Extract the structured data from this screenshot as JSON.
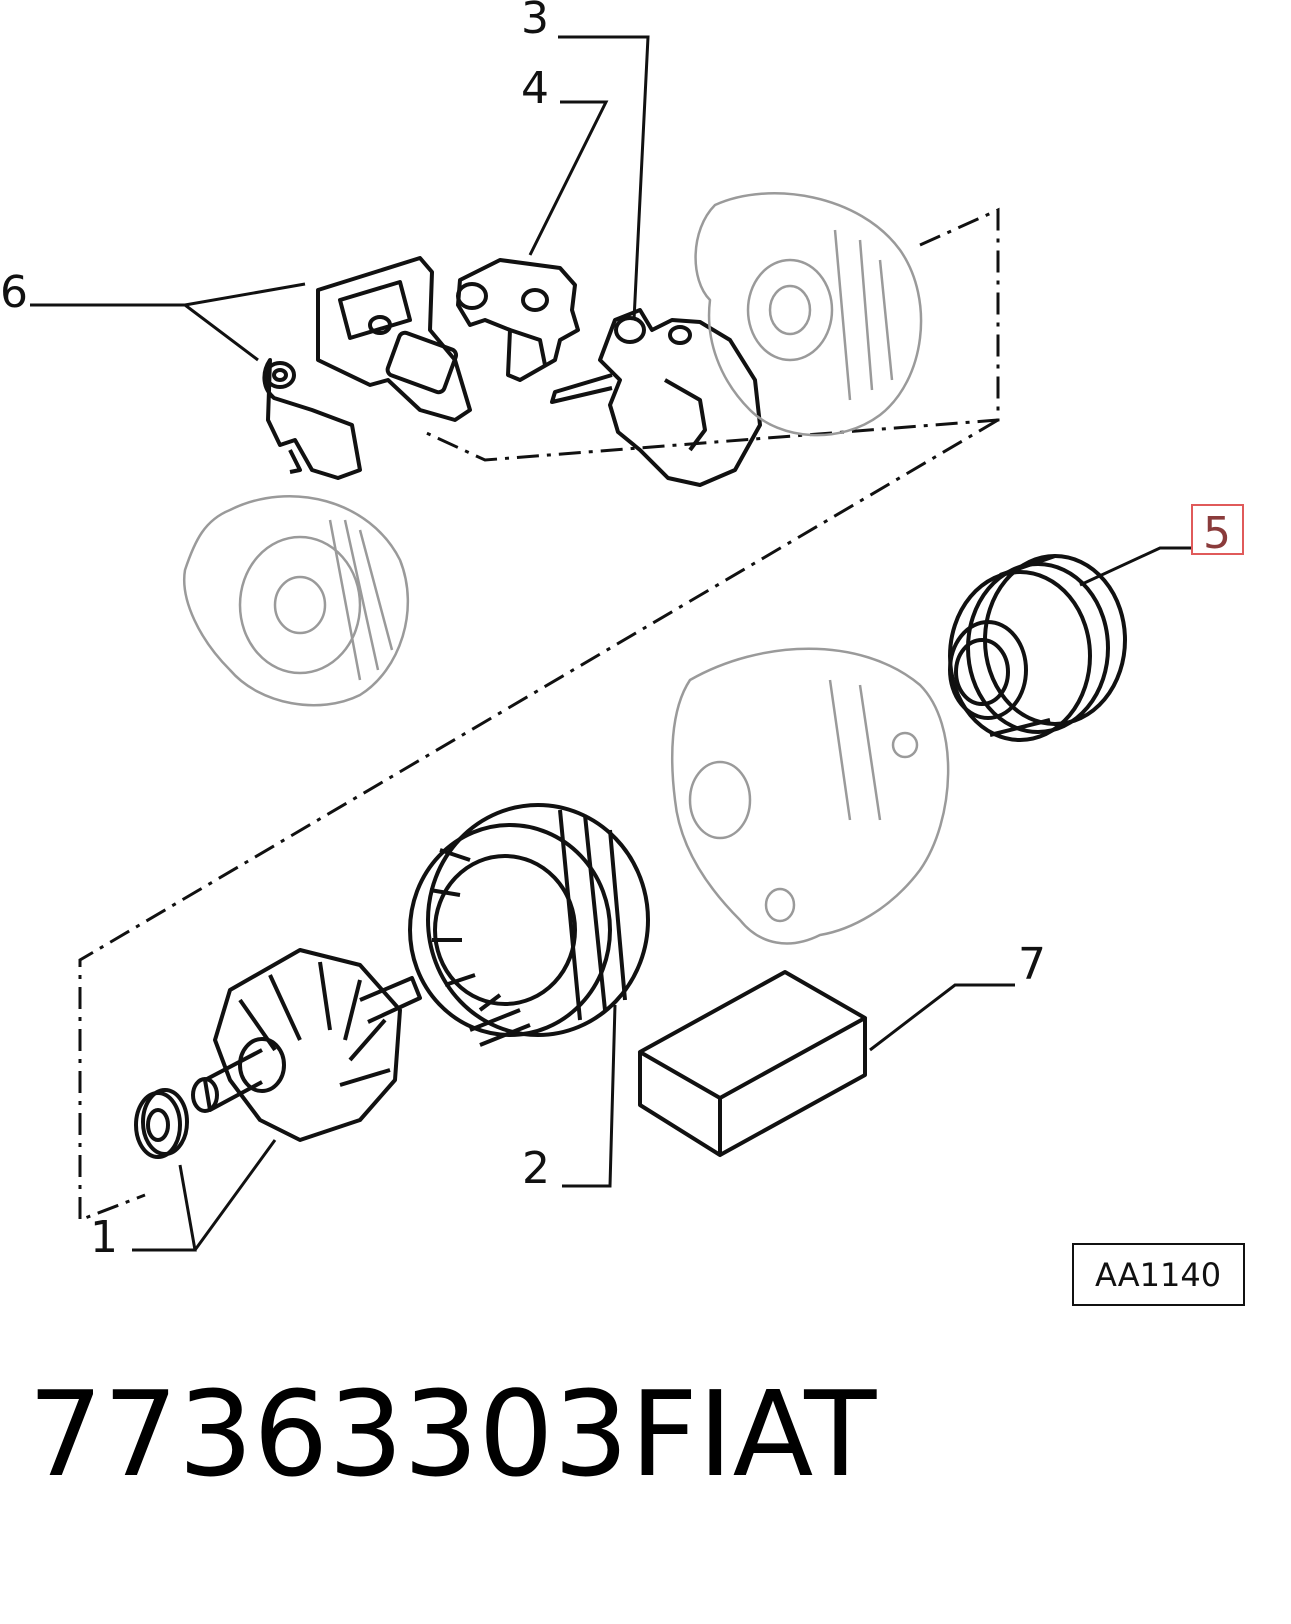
{
  "diagram": {
    "callouts": [
      {
        "id": "c1",
        "label": "1"
      },
      {
        "id": "c2",
        "label": "2"
      },
      {
        "id": "c3",
        "label": "3"
      },
      {
        "id": "c4",
        "label": "4"
      },
      {
        "id": "c5",
        "label": "5",
        "highlighted": true
      },
      {
        "id": "c6",
        "label": "6"
      },
      {
        "id": "c7",
        "label": "7"
      }
    ],
    "reference_code": "AA1140",
    "part_number": "77363303",
    "brand": "FIAT"
  },
  "colors": {
    "line": "#111111",
    "faint_line": "#9a9a9a",
    "highlight_border": "#e05a5a",
    "highlight_text": "#8a3b3b",
    "background": "#ffffff"
  }
}
